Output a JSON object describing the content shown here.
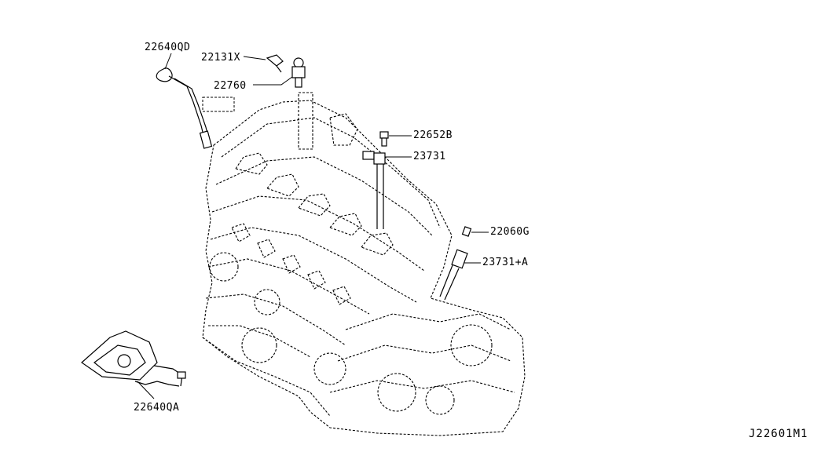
{
  "diagram": {
    "callouts": [
      {
        "id": "c1",
        "text": "22640QD"
      },
      {
        "id": "c2",
        "text": "22131X"
      },
      {
        "id": "c3",
        "text": "22760"
      },
      {
        "id": "c4",
        "text": "22652B"
      },
      {
        "id": "c5",
        "text": "23731"
      },
      {
        "id": "c6",
        "text": "22060G"
      },
      {
        "id": "c7",
        "text": "23731+A"
      },
      {
        "id": "c8",
        "text": "22640QA"
      }
    ],
    "figure_code": "J22601M1"
  }
}
